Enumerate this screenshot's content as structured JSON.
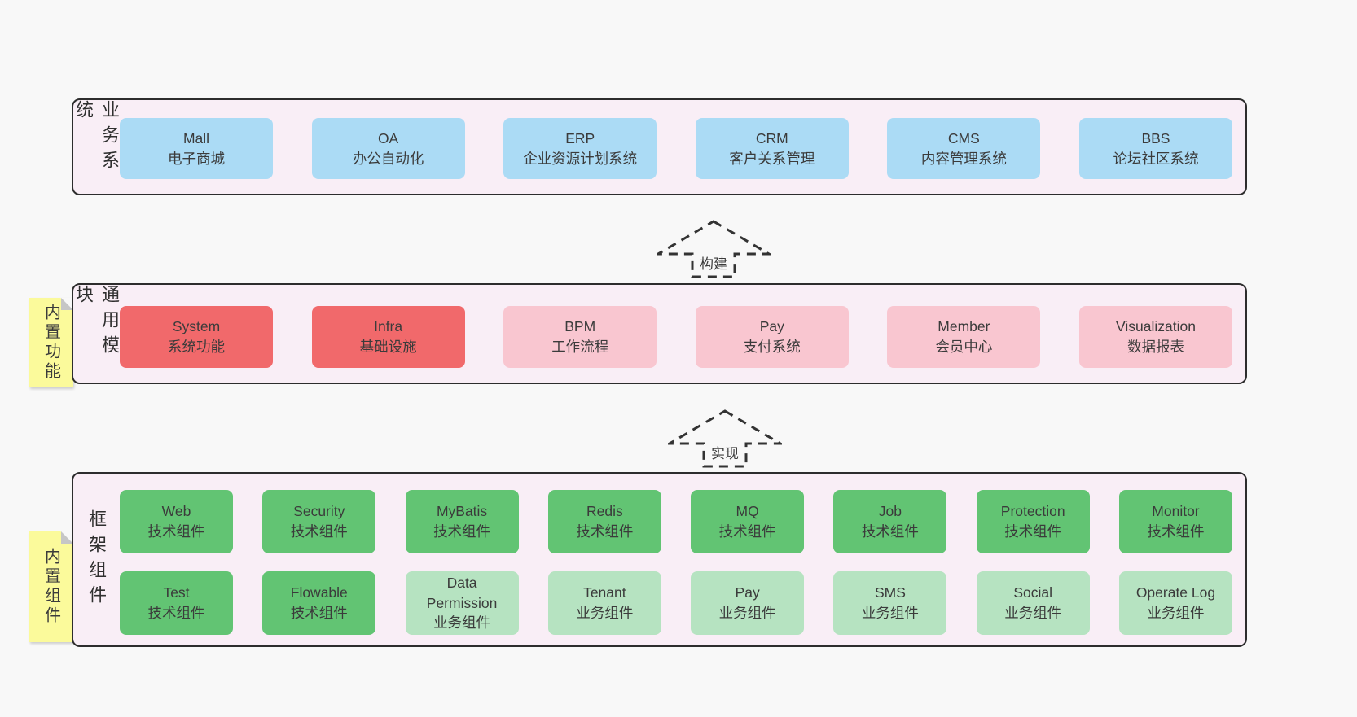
{
  "colors": {
    "page_bg": "#f8f8f8",
    "panel_bg": "#f9eef6",
    "panel_border": "#2d2d2d",
    "blue": "#abdbf5",
    "red": "#f1696b",
    "pink": "#f9c6d0",
    "green_dark": "#62c473",
    "green_light": "#b6e3c1",
    "sticky_yellow": "#fbfa9b",
    "text": "#3b3b3b"
  },
  "sections": {
    "business": {
      "side_label": "业务系统",
      "boxes": [
        {
          "en": "Mall",
          "zh": "电子商城"
        },
        {
          "en": "OA",
          "zh": "办公自动化"
        },
        {
          "en": "ERP",
          "zh": "企业资源计划系统"
        },
        {
          "en": "CRM",
          "zh": "客户关系管理"
        },
        {
          "en": "CMS",
          "zh": "内容管理系统"
        },
        {
          "en": "BBS",
          "zh": "论坛社区系统"
        }
      ]
    },
    "modules": {
      "side_label": "通用模块",
      "sticky_label": "内置功能",
      "boxes": [
        {
          "en": "System",
          "zh": "系统功能",
          "variant": "red"
        },
        {
          "en": "Infra",
          "zh": "基础设施",
          "variant": "red"
        },
        {
          "en": "BPM",
          "zh": "工作流程",
          "variant": "pink"
        },
        {
          "en": "Pay",
          "zh": "支付系统",
          "variant": "pink"
        },
        {
          "en": "Member",
          "zh": "会员中心",
          "variant": "pink"
        },
        {
          "en": "Visualization",
          "zh": "数据报表",
          "variant": "pink"
        }
      ]
    },
    "framework": {
      "side_label": "框架组件",
      "sticky_label": "内置组件",
      "row1": [
        {
          "en": "Web",
          "zh": "技术组件"
        },
        {
          "en": "Security",
          "zh": "技术组件"
        },
        {
          "en": "MyBatis",
          "zh": "技术组件"
        },
        {
          "en": "Redis",
          "zh": "技术组件"
        },
        {
          "en": "MQ",
          "zh": "技术组件"
        },
        {
          "en": "Job",
          "zh": "技术组件"
        },
        {
          "en": "Protection",
          "zh": "技术组件"
        },
        {
          "en": "Monitor",
          "zh": "技术组件"
        }
      ],
      "row2": [
        {
          "en": "Test",
          "zh": "技术组件",
          "variant": "green-dark"
        },
        {
          "en": "Flowable",
          "zh": "技术组件",
          "variant": "green-dark"
        },
        {
          "en": "Data Permission",
          "zh": "业务组件",
          "variant": "green-light"
        },
        {
          "en": "Tenant",
          "zh": "业务组件",
          "variant": "green-light"
        },
        {
          "en": "Pay",
          "zh": "业务组件",
          "variant": "green-light"
        },
        {
          "en": "SMS",
          "zh": "业务组件",
          "variant": "green-light"
        },
        {
          "en": "Social",
          "zh": "业务组件",
          "variant": "green-light"
        },
        {
          "en": "Operate Log",
          "zh": "业务组件",
          "variant": "green-light"
        }
      ]
    }
  },
  "arrows": [
    {
      "label": "构建"
    },
    {
      "label": "实现"
    }
  ]
}
